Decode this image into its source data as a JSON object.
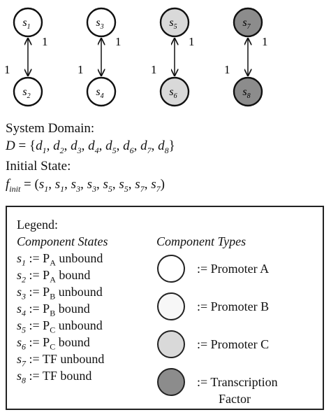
{
  "nodes": [
    {
      "id": "s1",
      "label_base": "s",
      "label_sub": "1",
      "fill": "#ffffff"
    },
    {
      "id": "s2",
      "label_base": "s",
      "label_sub": "2",
      "fill": "#ffffff"
    },
    {
      "id": "s3",
      "label_base": "s",
      "label_sub": "3",
      "fill": "#ffffff"
    },
    {
      "id": "s4",
      "label_base": "s",
      "label_sub": "4",
      "fill": "#ffffff"
    },
    {
      "id": "s5",
      "label_base": "s",
      "label_sub": "5",
      "fill": "#d9d9d9"
    },
    {
      "id": "s6",
      "label_base": "s",
      "label_sub": "6",
      "fill": "#d9d9d9"
    },
    {
      "id": "s7",
      "label_base": "s",
      "label_sub": "7",
      "fill": "#8c8c8c"
    },
    {
      "id": "s8",
      "label_base": "s",
      "label_sub": "8",
      "fill": "#8c8c8c"
    }
  ],
  "edges": [
    {
      "from": "s1",
      "to": "s2",
      "up_label": "1",
      "down_label": "1"
    },
    {
      "from": "s3",
      "to": "s4",
      "up_label": "1",
      "down_label": "1"
    },
    {
      "from": "s5",
      "to": "s6",
      "up_label": "1",
      "down_label": "1"
    },
    {
      "from": "s7",
      "to": "s8",
      "up_label": "1",
      "down_label": "1"
    }
  ],
  "system_domain": {
    "heading": "System Domain:",
    "lhs": "D",
    "open": " = {",
    "close": "}",
    "items": [
      {
        "base": "d",
        "sub": "1"
      },
      {
        "base": "d",
        "sub": "2"
      },
      {
        "base": "d",
        "sub": "3"
      },
      {
        "base": "d",
        "sub": "4"
      },
      {
        "base": "d",
        "sub": "5"
      },
      {
        "base": "d",
        "sub": "6"
      },
      {
        "base": "d",
        "sub": "7"
      },
      {
        "base": "d",
        "sub": "8"
      }
    ]
  },
  "initial_state": {
    "heading": "Initial State:",
    "lhs_base": "f",
    "lhs_sub": "init",
    "open": " = (",
    "close": ")",
    "items": [
      {
        "base": "s",
        "sub": "1"
      },
      {
        "base": "s",
        "sub": "1"
      },
      {
        "base": "s",
        "sub": "3"
      },
      {
        "base": "s",
        "sub": "3"
      },
      {
        "base": "s",
        "sub": "5"
      },
      {
        "base": "s",
        "sub": "5"
      },
      {
        "base": "s",
        "sub": "7"
      },
      {
        "base": "s",
        "sub": "7"
      }
    ]
  },
  "legend": {
    "title": "Legend:",
    "states_heading": "Component States",
    "types_heading": "Component Types",
    "assign": " := ",
    "states": [
      {
        "base": "s",
        "sub": "1",
        "p": "P",
        "p_sub": "A",
        "text": " unbound"
      },
      {
        "base": "s",
        "sub": "2",
        "p": "P",
        "p_sub": "A",
        "text": " bound"
      },
      {
        "base": "s",
        "sub": "3",
        "p": "P",
        "p_sub": "B",
        "text": " unbound"
      },
      {
        "base": "s",
        "sub": "4",
        "p": "P",
        "p_sub": "B",
        "text": " bound"
      },
      {
        "base": "s",
        "sub": "5",
        "p": "P",
        "p_sub": "C",
        "text": " unbound"
      },
      {
        "base": "s",
        "sub": "6",
        "p": "P",
        "p_sub": "C",
        "text": " bound"
      },
      {
        "base": "s",
        "sub": "7",
        "p": "TF",
        "p_sub": "",
        "text": " unbound"
      },
      {
        "base": "s",
        "sub": "8",
        "p": "TF",
        "p_sub": "",
        "text": " bound"
      }
    ],
    "types": [
      {
        "fill": "#ffffff",
        "label": ":=  Promoter A",
        "label2": ""
      },
      {
        "fill": "#f7f7f7",
        "label": ":=  Promoter B",
        "label2": ""
      },
      {
        "fill": "#d9d9d9",
        "label": ":=  Promoter C",
        "label2": ""
      },
      {
        "fill": "#8c8c8c",
        "label": ":=  Transcription",
        "label2": "Factor"
      }
    ]
  }
}
